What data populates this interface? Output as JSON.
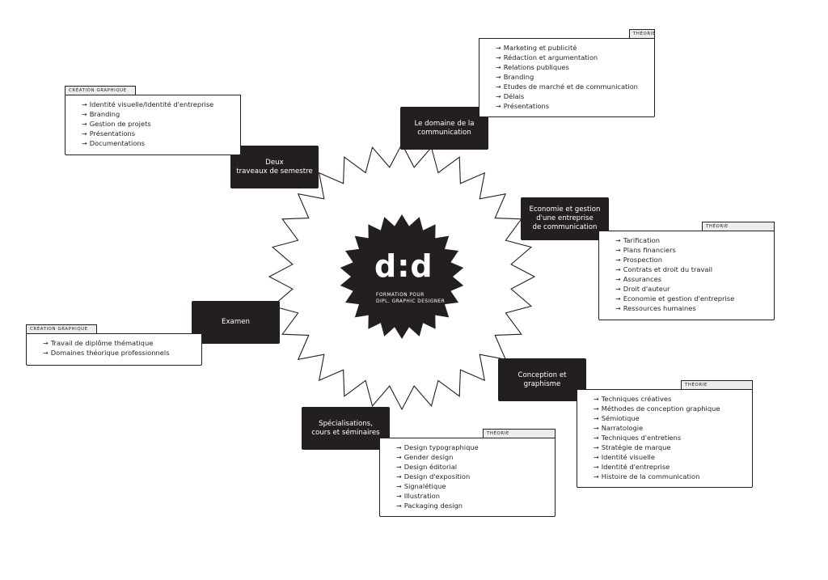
{
  "logo": {
    "mark": "d:d",
    "subtitle": "FORMATION POUR\nDIPL. GRAPHIC DESIGNER"
  },
  "nodes": [
    {
      "id": "domaine",
      "label": "Le domaine de la\ncommunication"
    },
    {
      "id": "semestre",
      "label": "Deux\ntraveaux de semestre"
    },
    {
      "id": "economie",
      "label": "Economie et gestion\nd'une entreprise\nde communication"
    },
    {
      "id": "examen",
      "label": "Examen"
    },
    {
      "id": "conception",
      "label": "Conception et\ngraphisme"
    },
    {
      "id": "specialisations",
      "label": "Spécialisations,\ncours et séminaires"
    }
  ],
  "panels": [
    {
      "id": "theorie-domaine",
      "tab": "THÉORIE",
      "items": [
        "Marketing et publicité",
        "Rédaction et argumentation",
        "Relations publiques",
        "Branding",
        "Etudes de marché et de communication",
        "Délais",
        "Présentations"
      ]
    },
    {
      "id": "creation-semestre",
      "tab": "CRÉATION GRAPHIQUE",
      "items": [
        "Identité visuelle/Identité d'entreprise",
        "Branding",
        "Gestion de projets",
        "Présentations",
        "Documentations"
      ]
    },
    {
      "id": "theorie-economie",
      "tab": "THÉORIE",
      "items": [
        "Tarification",
        "Plans financiers",
        "Prospection",
        "Contrats et droit du travail",
        "Assurances",
        "Droit d'auteur",
        "Economie et gestion d'entreprise",
        "Ressources humaines"
      ]
    },
    {
      "id": "creation-examen",
      "tab": "CRÉATION GRAPHIQUE",
      "items": [
        "Travail de diplôme thématique",
        "Domaines théorique professionnels"
      ]
    },
    {
      "id": "theorie-conception",
      "tab": "THÉORIE",
      "items": [
        "Techniques créatives",
        "Méthodes de conception graphique",
        "Sémiotique",
        "Narratologie",
        "Techniques d'entretiens",
        "Stratégie de marque",
        "Identité visuelle",
        "Identité d'entreprise",
        "Histoire de la communication"
      ]
    },
    {
      "id": "theorie-specialisations",
      "tab": "THÉORIE",
      "items": [
        "Design typographique",
        "Gender design",
        "Design éditorial",
        "Design d'exposition",
        "Signalétique",
        "Illustration",
        "Packaging design"
      ]
    }
  ]
}
